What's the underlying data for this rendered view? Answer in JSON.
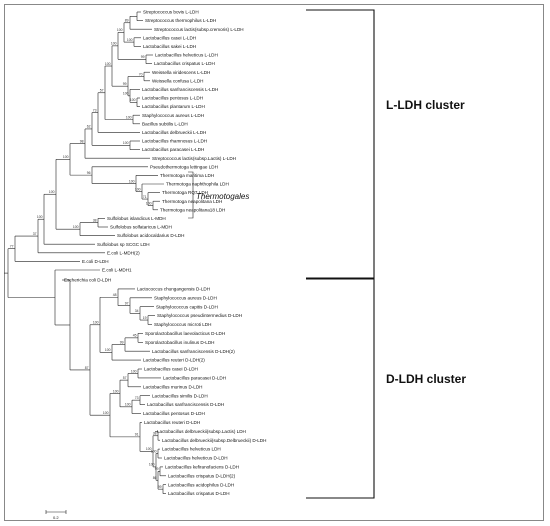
{
  "tree": {
    "leaves": [
      "Streptococcus bovis L-LDH",
      "Streptococcus thermophilus L-LDH",
      "Streptococcus lactis(subsp.cremoris) L-LDH",
      "Lactobacillus casei L-LDH",
      "Lactobacillus sakei L-LDH",
      "Lactobacillus helveticus L-LDH",
      "Lactobacillus crispatus L-LDH",
      "Weissella viridescens L-LDH",
      "Weissella confusa L-LDH",
      "Lactobacillus sanfranciscensis L-LDH",
      "Lactobacillus pentosus L-LDH",
      "Lactobacillus plantarum L-LDH",
      "Staphylococcus aureus L-LDH",
      "Bacillus subtilis L-LDH",
      "Lactobacillus delbrueckii L-LDH",
      "Lactobacillus rhamnosus L-LDH",
      "Lactobacillus paracasei L-LDH",
      "Streptococcus lactis(subsp.Lactis) L-LDH",
      "Pseudothermotoga lettingae LDH",
      "Thermotoga maritima LDH",
      "Thermotoga naphthophila LDH",
      "Thermotoga RQ7 LDH",
      "Thermotoga neapolitana LDH",
      "Thermotoga neapolitana18 LDH",
      "Sulfolobus islandicus L-MDH",
      "Sulfolobus solfataricus L-MDH",
      "Sulfolobus acidocaldarius D-LDH",
      "Sulfolobus sp SCGC LDH",
      "E.coli L-MDH(2)",
      "E.coli D-LDH",
      "E.coli L-MDH1",
      "Escherichia coli D-LDH",
      "Lactococcus chungangensis D-LDH",
      "Staphylococcus aureus D-LDH",
      "Staphylococcus capitis D-LDH",
      "Staphylococcus pseudintermedius D-LDH",
      "Staphylococcus microti LDH",
      "Sporolactobacillus laevolacticus D-LDH",
      "Sporolactobacillus inulinus D-LDH",
      "Lactobacillus sanfranciscensis D-LDH(2)",
      "Lactobacillus reuteri D-LDH(2)",
      "Lactobacillus casei D-LDH",
      "Lactobacillus paracasei D-LDH",
      "Lactobacillus murinus D-LDH",
      "Lactobacillus similis D-LDH",
      "Lactobacillus sanfranciscensis D-LDH",
      "Lactobacillus pentosus D-LDH",
      "Lactobacillus reuteri D-LDH",
      "Lactobacillus delbrueckii(subsp.Lactis) LDH",
      "Lactobacillus delbrueckii(subsp.Delbrueckii) D-LDH",
      "Lactobacillus helveticus LDH",
      "Lactobacillus helveticus D-LDH",
      "Lactobacillus kefiranofaciens D-LDH",
      "Lactobacillus crispatus D-LDH(2)",
      "Lactobacillus acidophilus D-LDH",
      "Lactobacillus crispatus D-LDH"
    ],
    "bootstrap": [
      "89",
      "100",
      "100",
      "99",
      "100",
      "70",
      "100",
      "100",
      "99",
      "100",
      "100",
      "57",
      "73",
      "100",
      "62",
      "98",
      "100",
      "71",
      "100",
      "100",
      "96",
      "100",
      "38",
      "100",
      "100",
      "100",
      "37",
      "77",
      "19",
      "34",
      "97",
      "48",
      "45",
      "99",
      "100",
      "100",
      "100",
      "57",
      "73",
      "100",
      "100",
      "38",
      "100",
      "99",
      "99",
      "86",
      "100",
      "100",
      "91",
      "100",
      "87"
    ],
    "clade_label": "Thermotogales",
    "scale_bar_label": "0.2"
  },
  "clusters": {
    "top_label": "L-LDH cluster",
    "bottom_label": "D-LDH cluster"
  }
}
